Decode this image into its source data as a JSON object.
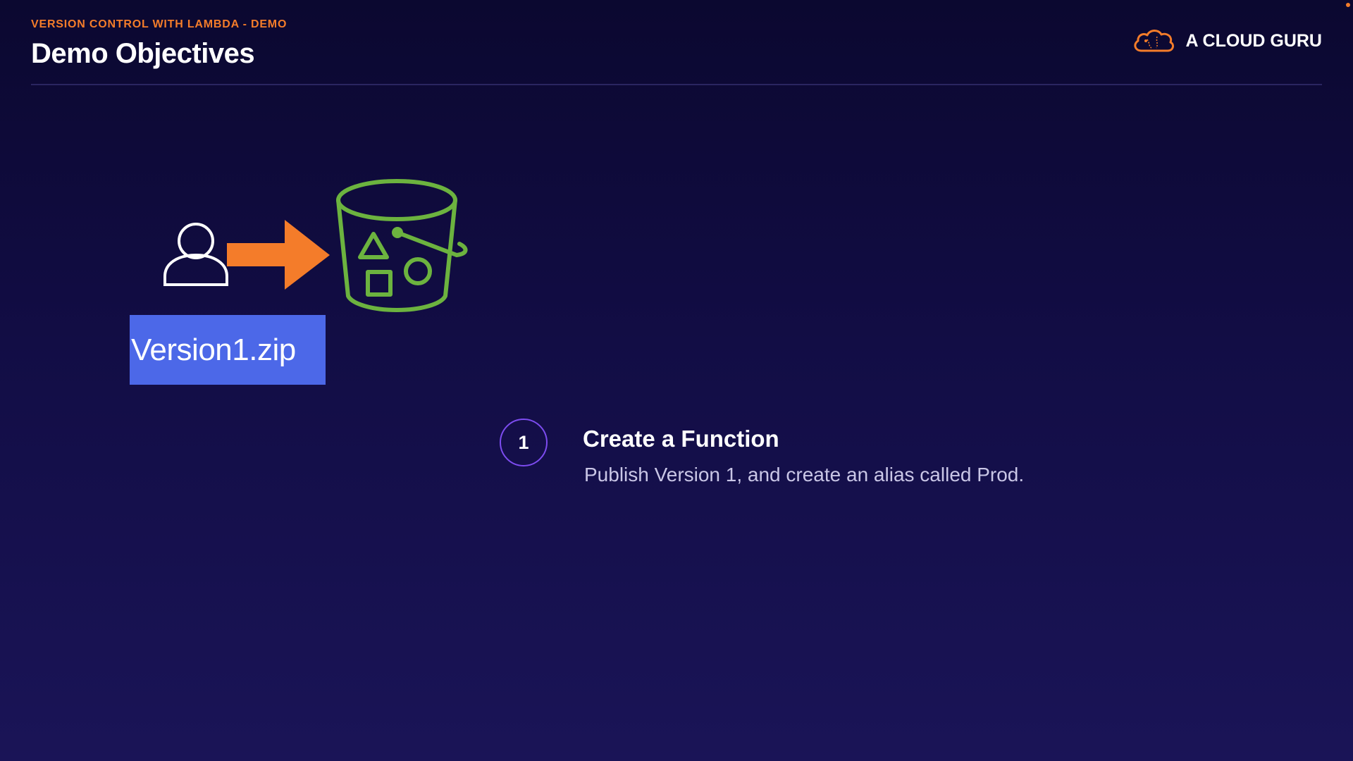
{
  "header": {
    "eyebrow": "VERSION CONTROL WITH LAMBDA - DEMO",
    "title": "Demo Objectives"
  },
  "brand": {
    "name": "A CLOUD GURU",
    "icon": "cloud-logo-icon"
  },
  "diagram": {
    "user_icon": "user-icon",
    "arrow_icon": "arrow-right-icon",
    "bucket_icon": "s3-bucket-icon",
    "file_label": "Version1.zip"
  },
  "steps": [
    {
      "number": "1",
      "title": "Create a Function",
      "description": "Publish Version 1, and create an alias called Prod."
    }
  ],
  "colors": {
    "accent_orange": "#f47c2a",
    "bucket_green": "#6cb33f",
    "file_blue": "#4c68e8",
    "step_purple": "#7d4cf0",
    "background_top": "#0b0830",
    "background_bottom": "#1a1457"
  }
}
